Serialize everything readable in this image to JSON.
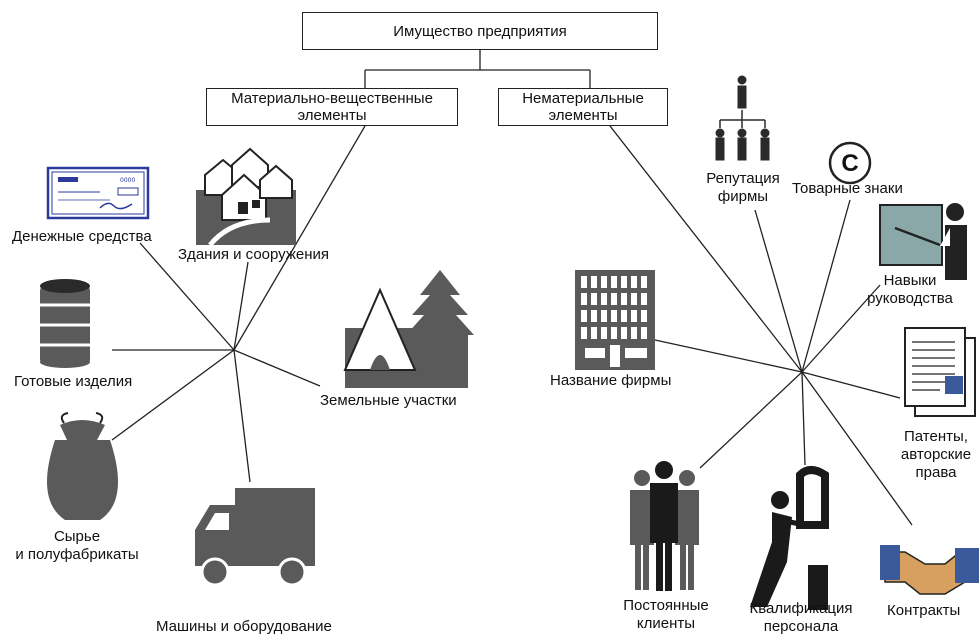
{
  "root": {
    "label": "Имущество предприятия"
  },
  "branches": {
    "material": {
      "line1": "Материально-вещественные",
      "line2": "элементы"
    },
    "intangible": {
      "line1": "Нематериальные",
      "line2": "элементы"
    }
  },
  "material_items": {
    "cash": "Денежные средства",
    "buildings": "Здания и сооружения",
    "finished_goods": "Готовые изделия",
    "land": "Земельные участки",
    "raw_line1": "Сырье",
    "raw_line2": "и полуфабрикаты",
    "machines": "Машины и оборудование"
  },
  "intangible_items": {
    "reputation_line1": "Репутация",
    "reputation_line2": "фирмы",
    "trademarks": "Товарные знаки",
    "management_line1": "Навыки",
    "management_line2": "руководства",
    "firm_name": "Название фирмы",
    "patents_line1": "Патенты,",
    "patents_line2": "авторские",
    "patents_line3": "права",
    "clients_line1": "Постоянные",
    "clients_line2": "клиенты",
    "staff_line1": "Квалификация",
    "staff_line2": "персонала",
    "contracts": "Контракты"
  },
  "icons": {
    "copyright_symbol": "C",
    "cheque_text": "0000"
  },
  "colors": {
    "line": "#222222",
    "icon_gray": "#5a5a5a",
    "icon_dark": "#2a2a2a",
    "cheque_blue": "#2a3b9c"
  }
}
